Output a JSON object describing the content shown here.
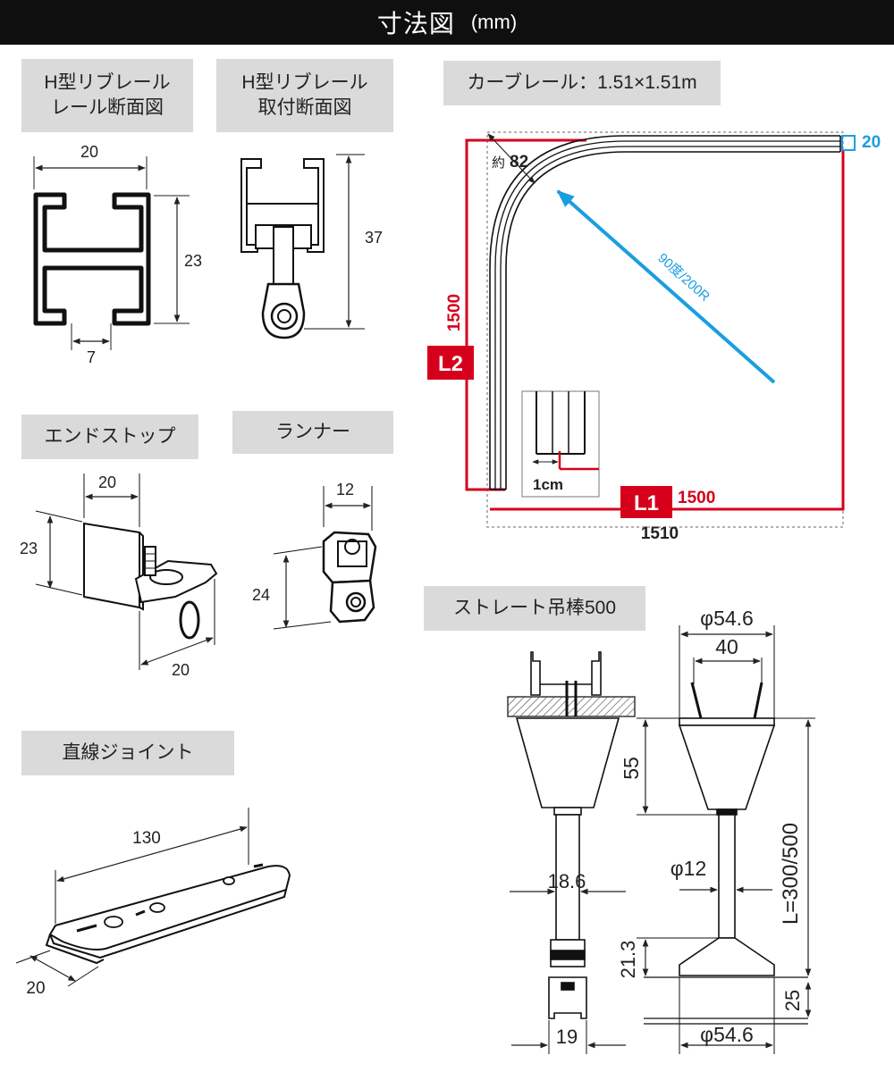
{
  "header": {
    "title": "寸法図",
    "unit": "(mm)"
  },
  "sections": {
    "rail_section": {
      "line1": "H型リブレール",
      "line2": "レール断面図",
      "width": "20",
      "height": "23",
      "gap": "7"
    },
    "mount_section": {
      "line1": "H型リブレール",
      "line2": "取付断面図",
      "height": "37"
    },
    "curve_rail": {
      "title": "カーブレール：1.51×1.51m",
      "rail_width": "20",
      "approx_label": "約",
      "approx_value": "82",
      "radius": "90度/200R",
      "l2_tag": "L2",
      "l2_value": "1500",
      "l1_tag": "L1",
      "l1_value": "1500",
      "overall": "1510",
      "inset_scale": "1cm"
    },
    "end_stop": {
      "title": "エンドストップ",
      "width": "20",
      "height": "23",
      "depth": "20"
    },
    "runner": {
      "title": "ランナー",
      "width": "12",
      "height": "24"
    },
    "straight_joint": {
      "title": "直線ジョイント",
      "length": "130",
      "width": "20"
    },
    "hanger_rod": {
      "title": "ストレート吊棒500",
      "top_dia": "φ54.6",
      "screw_span": "40",
      "cone_height": "55",
      "rod_dia_left": "18.6",
      "rod_dia": "φ12",
      "length": "L=300/500",
      "lower_cone": "21.3",
      "base_thickness": "25",
      "rail_width": "19",
      "bottom_dia": "φ54.6"
    }
  },
  "colors": {
    "accent_red": "#d6001c",
    "accent_blue": "#1a9ee0",
    "label_bg": "#dadada",
    "header_bg": "#0f0f0f"
  }
}
